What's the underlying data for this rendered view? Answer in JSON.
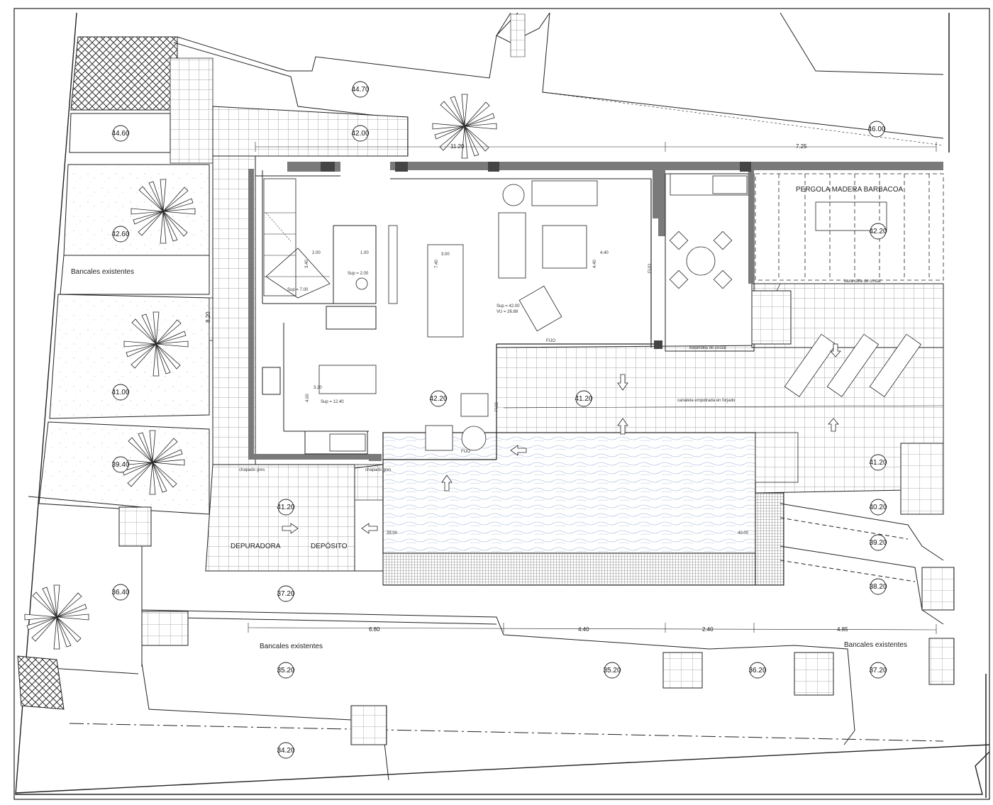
{
  "level_markers": [
    {
      "id": "lv-4470",
      "value": "44.70"
    },
    {
      "id": "lv-4460",
      "value": "44.60"
    },
    {
      "id": "lv-4200-top",
      "value": "42.00"
    },
    {
      "id": "lv-4600",
      "value": "46.00"
    },
    {
      "id": "lv-4260",
      "value": "42.60"
    },
    {
      "id": "lv-4220-pergola",
      "value": "42.20"
    },
    {
      "id": "lv-4100",
      "value": "41.00"
    },
    {
      "id": "lv-4220-living",
      "value": "42.20"
    },
    {
      "id": "lv-4120-terrace",
      "value": "41.20"
    },
    {
      "id": "lv-3940",
      "value": "39.40"
    },
    {
      "id": "lv-4120-right",
      "value": "41.20"
    },
    {
      "id": "lv-4120-bottom",
      "value": "41.20"
    },
    {
      "id": "lv-4020",
      "value": "40.20"
    },
    {
      "id": "lv-3920",
      "value": "39.20"
    },
    {
      "id": "lv-3820",
      "value": "38.20"
    },
    {
      "id": "lv-3640",
      "value": "36.40"
    },
    {
      "id": "lv-3720-mid",
      "value": "37.20"
    },
    {
      "id": "lv-3520-left",
      "value": "35.20"
    },
    {
      "id": "lv-3520-mid",
      "value": "35.20"
    },
    {
      "id": "lv-3620",
      "value": "36.20"
    },
    {
      "id": "lv-3720-right",
      "value": "37.20"
    },
    {
      "id": "lv-3420",
      "value": "34.20"
    }
  ],
  "labels": {
    "bancales_left": "Bancales existentes",
    "bancales_bottom": "Bancales existentes",
    "bancales_right": "Bancales existentes",
    "pergola": "PERGOLA MADERA BARBACOA",
    "depuradora": "DEPURADORA",
    "deposito": "DEPÓSITO",
    "barandilla_cristal_1": "barandilla de cristal",
    "barandilla_cristal_2": "barandilla de cristal",
    "canaleta": "canaleta empotrada en forjado",
    "chapado_gres_1": "chapado gres",
    "chapado_gres_2": "chapado gres",
    "fijo_1": "FIJO",
    "fijo_2": "FIJO",
    "fijo_3": "FIJO",
    "fijo_4": "FIJO",
    "pool_level_left": "39.00",
    "pool_level_right": "40.00"
  },
  "room_areas": {
    "stair_sup": "Sup = 7.00",
    "bath_sup": "Sup = 2.00",
    "kitchen_sup": "Sup = 12.40",
    "living_sup": "Sup = 42.00",
    "living_vu": "VU  = 26.88"
  },
  "dimensions": {
    "d_11_20": "11.20",
    "d_7_25": "7.25",
    "d_8_20": "8.20",
    "d_6_80": "6.80",
    "d_4_40_bottom": "4.40",
    "d_2_40": "2.40",
    "d_4_85": "4.85",
    "d_2_00": "2.00",
    "d_3_40": "3.40",
    "d_1_00": "1.00",
    "d_3_00": "3.00",
    "d_7_40": "7.40",
    "d_4_40_a": "4.40",
    "d_4_40_b": "4.40",
    "d_3_20": "3.20",
    "d_4_00": "4.00"
  },
  "colors": {
    "line": "#222222",
    "wall": "#7a7a7a",
    "water": "#9fb3d6",
    "hatch": "#333333"
  }
}
